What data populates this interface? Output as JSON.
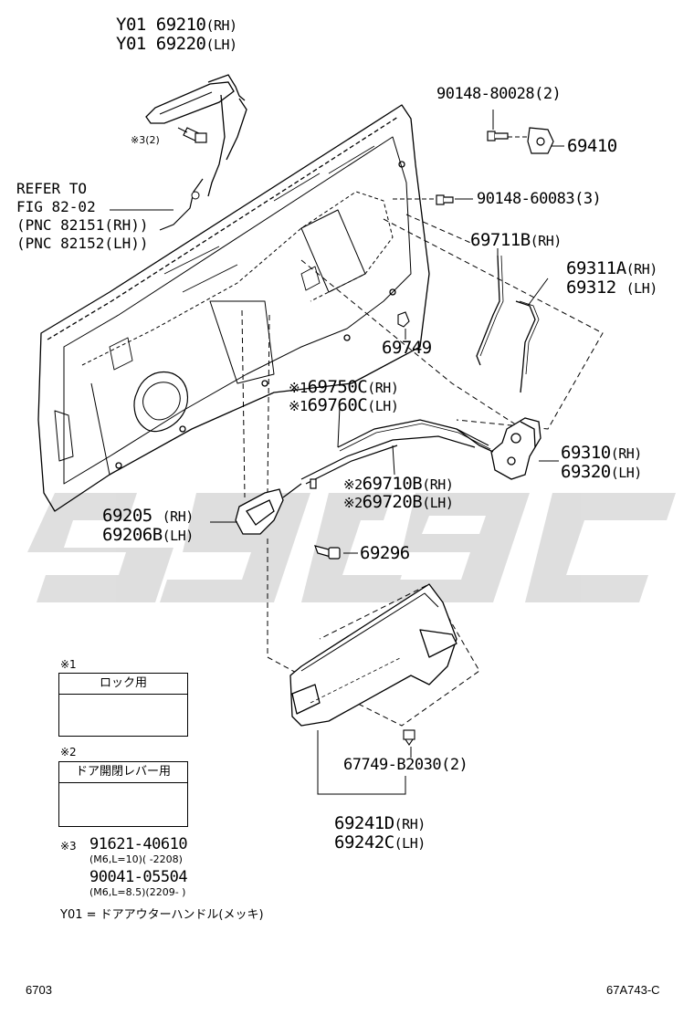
{
  "labels": {
    "y01_rh": "Y01 69210",
    "y01_rh_side": "(RH)",
    "y01_lh": "Y01 69220",
    "y01_lh_side": "(LH)",
    "ref3": "※3(2)",
    "refer1": "REFER TO",
    "refer2": "FIG 82-02",
    "refer3": "(PNC 82151(RH))",
    "refer4": "(PNC 82152(LH))",
    "p90148_80028": "90148-80028(2)",
    "p69410": "69410",
    "p90148_60083": "90148-60083(3)",
    "p69711b": "69711B",
    "p69711b_side": "(RH)",
    "p69311a": "69311A",
    "p69311a_side": "(RH)",
    "p69312": "69312",
    "p69312_side": "(LH)",
    "p69749": "69749",
    "p69750c_mark": "※1",
    "p69750c": "69750C",
    "p69750c_side": "(RH)",
    "p69760c_mark": "※1",
    "p69760c": "69760C",
    "p69760c_side": "(LH)",
    "p69310": "69310",
    "p69310_side": "(RH)",
    "p69320": "69320",
    "p69320_side": "(LH)",
    "p69710b_mark": "※2",
    "p69710b": "69710B",
    "p69710b_side": "(RH)",
    "p69720b_mark": "※2",
    "p69720b": "69720B",
    "p69720b_side": "(LH)",
    "p69205": "69205",
    "p69205_side": "(RH)",
    "p69206b": "69206B",
    "p69206b_side": "(LH)",
    "p69296": "69296",
    "p67749": "67749-B2030(2)",
    "p69241d": "69241D",
    "p69241d_side": "(RH)",
    "p69242c": "69242C",
    "p69242c_side": "(LH)"
  },
  "legend": {
    "note1_mark": "※1",
    "note1_head": "ロック用",
    "note2_mark": "※2",
    "note2_head": "ドア開閉レバー用",
    "note3_mark": "※3",
    "note3_part1": "91621-40610",
    "note3_spec1": "(M6,L=10)(      -2208)",
    "note3_part2": "90041-05504",
    "note3_spec2": "(M6,L=8.5)(2209-     )",
    "y01_def": "Y01 = ドアアウターハンドル(メッキ)"
  },
  "footer": {
    "page_code": "6703",
    "figure_code": "67A743-C"
  },
  "colors": {
    "ink": "#000000",
    "watermark": "#d9d9d9",
    "paper": "#ffffff"
  }
}
